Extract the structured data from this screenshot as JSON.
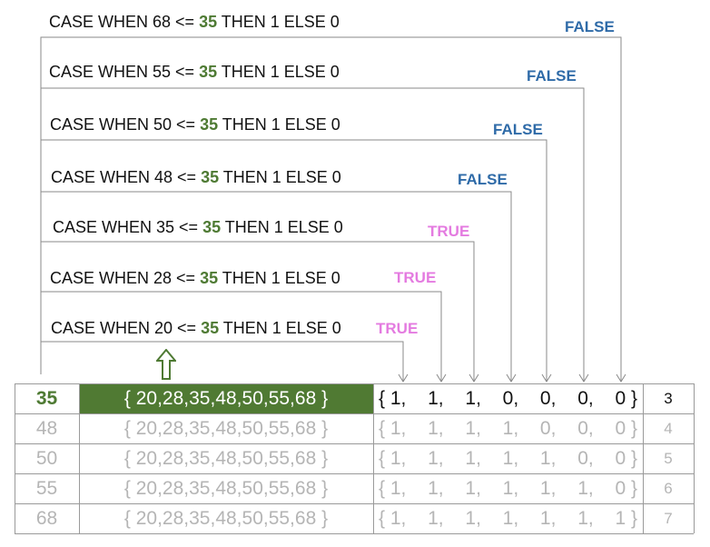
{
  "value": "35",
  "cases": [
    {
      "prefix": "CASE WHEN 68 <= ",
      "value": "35",
      "suffix": " THEN 1 ELSE 0",
      "result": "FALSE"
    },
    {
      "prefix": "CASE WHEN 55 <= ",
      "value": "35",
      "suffix": " THEN 1 ELSE 0",
      "result": "FALSE"
    },
    {
      "prefix": "CASE WHEN 50 <= ",
      "value": "35",
      "suffix": " THEN 1 ELSE 0",
      "result": "FALSE"
    },
    {
      "prefix": "CASE WHEN 48 <= ",
      "value": "35",
      "suffix": " THEN 1 ELSE 0",
      "result": "FALSE"
    },
    {
      "prefix": "CASE WHEN 35 <= ",
      "value": "35",
      "suffix": " THEN 1 ELSE 0",
      "result": "TRUE"
    },
    {
      "prefix": "CASE WHEN 28 <= ",
      "value": "35",
      "suffix": " THEN 1 ELSE 0",
      "result": "TRUE"
    },
    {
      "prefix": "CASE WHEN 20 <= ",
      "value": "35",
      "suffix": " THEN 1 ELSE 0",
      "result": "TRUE"
    }
  ],
  "table": {
    "rows": [
      {
        "value": "35",
        "set": "{ 20,28,35,48,50,55,68 }",
        "bits": [
          "{ 1,",
          "1,",
          "1,",
          "0,",
          "0,",
          "0,",
          "0 }"
        ],
        "count": "3",
        "active": true
      },
      {
        "value": "48",
        "set": "{ 20,28,35,48,50,55,68 }",
        "bits": [
          "{ 1,",
          "1,",
          "1,",
          "1,",
          "0,",
          "0,",
          "0 }"
        ],
        "count": "4",
        "active": false
      },
      {
        "value": "50",
        "set": "{ 20,28,35,48,50,55,68 }",
        "bits": [
          "{ 1,",
          "1,",
          "1,",
          "1,",
          "1,",
          "0,",
          "0 }"
        ],
        "count": "5",
        "active": false
      },
      {
        "value": "55",
        "set": "{ 20,28,35,48,50,55,68 }",
        "bits": [
          "{ 1,",
          "1,",
          "1,",
          "1,",
          "1,",
          "1,",
          "0 }"
        ],
        "count": "6",
        "active": false
      },
      {
        "value": "68",
        "set": "{ 20,28,35,48,50,55,68 }",
        "bits": [
          "{ 1,",
          "1,",
          "1,",
          "1,",
          "1,",
          "1,",
          "1 }"
        ],
        "count": "7",
        "active": false
      }
    ]
  },
  "colors": {
    "highlight_green": "#507a33",
    "value_green": "#4e7a33",
    "false_blue": "#2f6ba8",
    "true_pink": "#e47be0",
    "faded_gray": "#b5b5b5",
    "line_gray": "#9a9a9a"
  }
}
